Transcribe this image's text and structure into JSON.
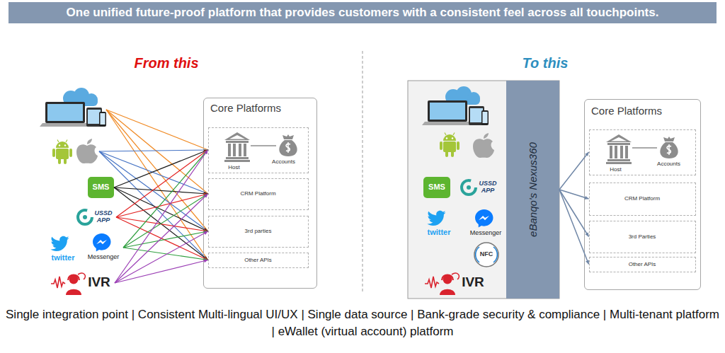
{
  "diagram": {
    "title": "One unified future-proof platform that provides customers with a consistent feel across all touchpoints.",
    "caption": "Single integration point | Consistent Multi-lingual UI/UX | Single data source | Bank-grade security & compliance | Multi-tenant platform | eWallet (virtual account) platform",
    "nodes": [
      {
        "text": [
          "SMS"
        ]
      },
      {
        "text": [
          "USSD APP"
        ]
      },
      {
        "text": [
          "twitter"
        ]
      },
      {
        "text": [
          "Messenger"
        ]
      },
      {
        "text": [
          "IVR"
        ]
      },
      {
        "text": [
          "Core Platforms"
        ]
      },
      {
        "text": [
          "Host",
          "Accounts"
        ],
        "in": 5
      },
      {
        "text": [
          "CRM Platform"
        ],
        "in": 5
      },
      {
        "text": [
          "3rd parties"
        ],
        "in": 5
      },
      {
        "text": [
          "Other APIs"
        ],
        "in": 5
      },
      {
        "text": [
          "SMS"
        ]
      },
      {
        "text": [
          "USSD APP"
        ]
      },
      {
        "text": [
          "twitter"
        ]
      },
      {
        "text": [
          "Messenger"
        ]
      },
      {
        "text": [
          "NFC"
        ]
      },
      {
        "text": [
          "IVR"
        ]
      },
      {
        "text": [
          "eBanqo's Nexus360"
        ]
      },
      {
        "text": [
          "Core Platforms"
        ]
      },
      {
        "text": [
          "Host",
          "Accounts"
        ],
        "in": 17
      },
      {
        "text": [
          "CRM Platform"
        ],
        "in": 17
      },
      {
        "text": [
          "3rd Parties"
        ],
        "in": 17
      },
      {
        "text": [
          "Other APIs"
        ],
        "in": 17
      }
    ],
    "edges": [
      {
        "from": 0,
        "to": 6,
        "arrow": "to"
      },
      {
        "from": 0,
        "to": 7,
        "arrow": "to"
      },
      {
        "from": 0,
        "to": 8,
        "arrow": "to"
      },
      {
        "from": 0,
        "to": 9,
        "arrow": "to"
      },
      {
        "from": 1,
        "to": 6,
        "arrow": "to"
      },
      {
        "from": 1,
        "to": 7,
        "arrow": "to"
      },
      {
        "from": 1,
        "to": 8,
        "arrow": "to"
      },
      {
        "from": 1,
        "to": 9,
        "arrow": "to"
      },
      {
        "from": 3,
        "to": 6,
        "arrow": "to"
      },
      {
        "from": 3,
        "to": 7,
        "arrow": "to"
      },
      {
        "from": 3,
        "to": 8,
        "arrow": "to"
      },
      {
        "from": 3,
        "to": 9,
        "arrow": "to"
      },
      {
        "from": 4,
        "to": 6,
        "arrow": "to"
      },
      {
        "from": 4,
        "to": 7,
        "arrow": "to"
      },
      {
        "from": 4,
        "to": 8,
        "arrow": "to"
      },
      {
        "from": 4,
        "to": 9,
        "arrow": "to"
      },
      {
        "from": 16,
        "to": 18,
        "arrow": "to"
      },
      {
        "from": 16,
        "to": 19,
        "arrow": "to"
      },
      {
        "from": 16,
        "to": 20,
        "arrow": "to"
      },
      {
        "from": 16,
        "to": 21,
        "arrow": "to"
      }
    ],
    "labels": [
      "From this",
      "To this"
    ]
  }
}
